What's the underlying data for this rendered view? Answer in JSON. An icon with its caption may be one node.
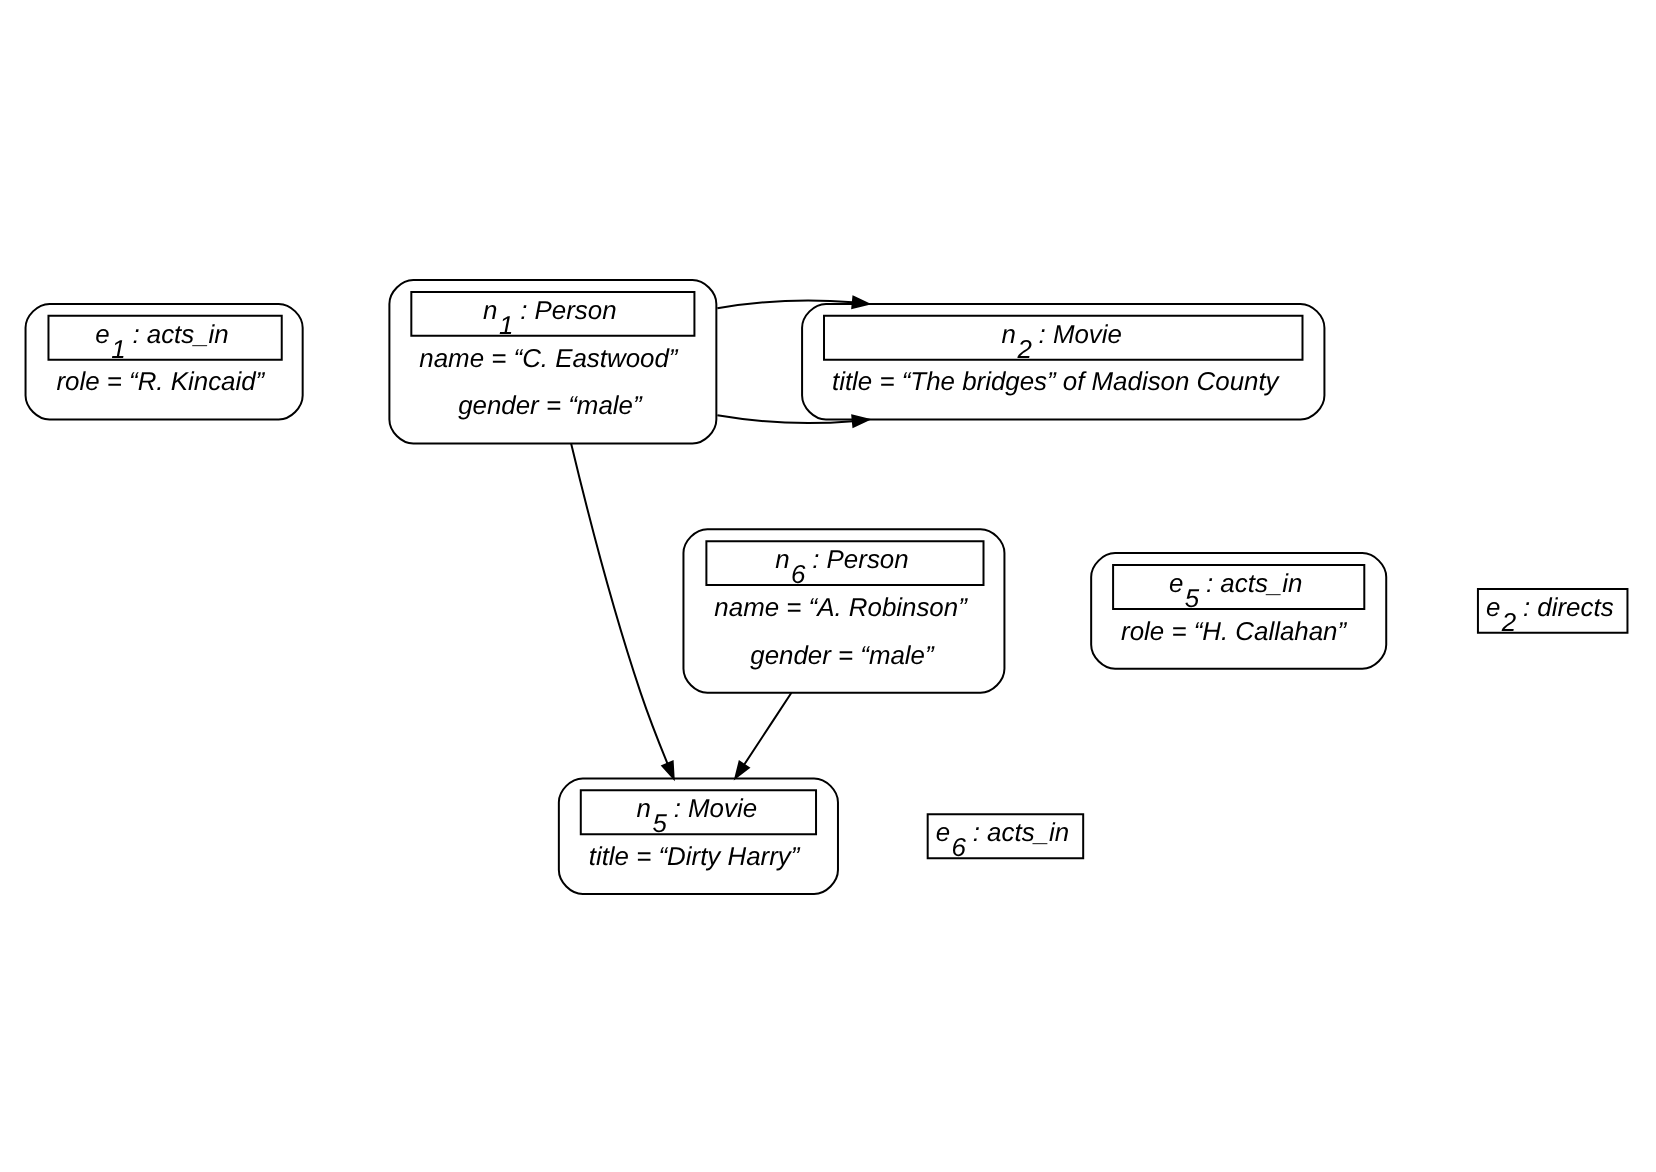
{
  "diagram": {
    "nodes": [
      {
        "text": [
          "e$_{1}$ : acts_in",
          "role = “R. Kincaid”"
        ]
      },
      {
        "text": [
          "n$_{1}$ : Person",
          "name = “C. Eastwood”",
          "gender = “male”"
        ]
      },
      {
        "text": [
          "n$_{2}$ : Movie",
          "title = “The bridges” of Madison County"
        ]
      },
      {
        "text": [
          "e$_{5}$ : acts_in",
          "role = “H. Callahan”"
        ]
      },
      {
        "text": [
          "e$_{2}$ : directs"
        ]
      },
      {
        "text": [
          "n$_{6}$ : Person",
          "name = “A. Robinson”",
          "gender = “male”"
        ]
      },
      {
        "text": [
          "n$_{5}$ : Movie",
          "title = “Dirty Harry”"
        ]
      },
      {
        "text": [
          "e$_{6}$ : acts_in"
        ]
      }
    ],
    "edges": [
      {
        "from": 1,
        "to": 2,
        "arrow": "to"
      },
      {
        "from": 1,
        "to": 2,
        "arrow": "to"
      },
      {
        "from": 1,
        "to": 6,
        "arrow": "to"
      },
      {
        "from": 5,
        "to": 6,
        "arrow": "to"
      }
    ]
  }
}
